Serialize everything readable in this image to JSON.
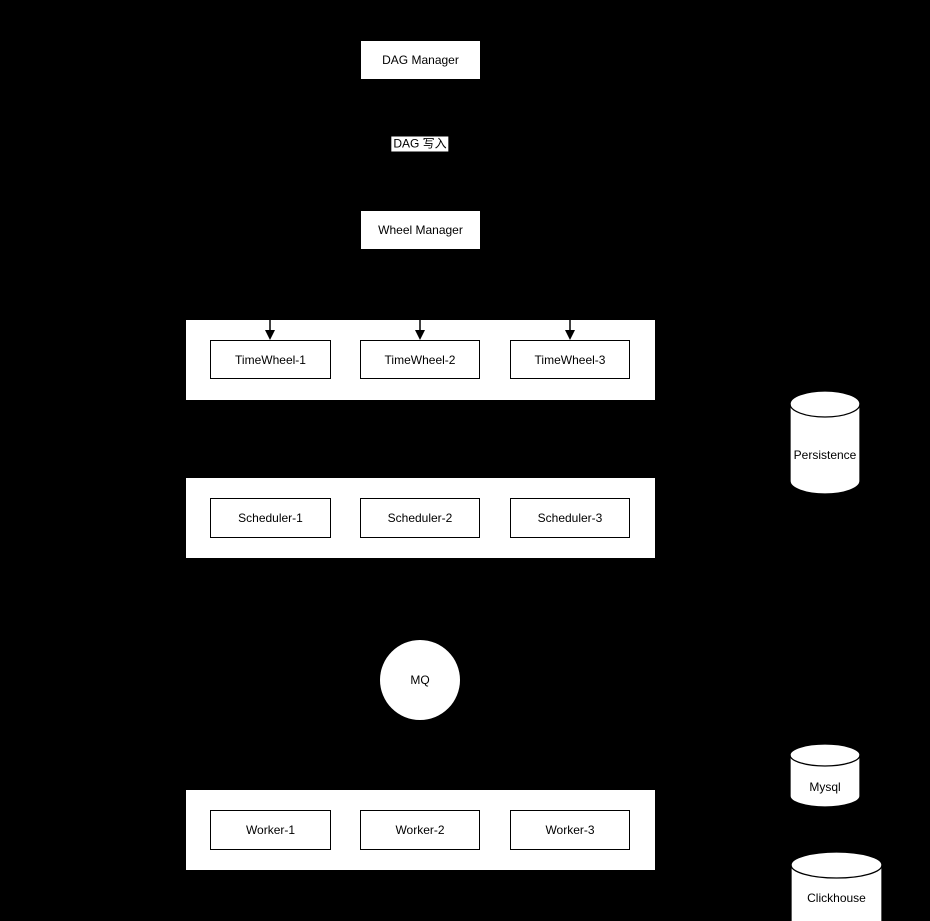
{
  "colors": {
    "background": "#000000",
    "shape_fill": "#ffffff",
    "stroke": "#000000",
    "text": "#000000"
  },
  "nodes": {
    "dag_manager": "DAG Manager",
    "dag_write_edge_label": "DAG 写入",
    "wheel_manager": "Wheel Manager",
    "mq": "MQ",
    "persistence": "Persistence",
    "mysql": "Mysql",
    "clickhouse": "Clickhouse"
  },
  "rows": {
    "timewheels": [
      "TimeWheel-1",
      "TimeWheel-2",
      "TimeWheel-3"
    ],
    "schedulers": [
      "Scheduler-1",
      "Scheduler-2",
      "Scheduler-3"
    ],
    "workers": [
      "Worker-1",
      "Worker-2",
      "Worker-3"
    ]
  },
  "icons": {
    "arrow_down": "down-arrowhead"
  }
}
